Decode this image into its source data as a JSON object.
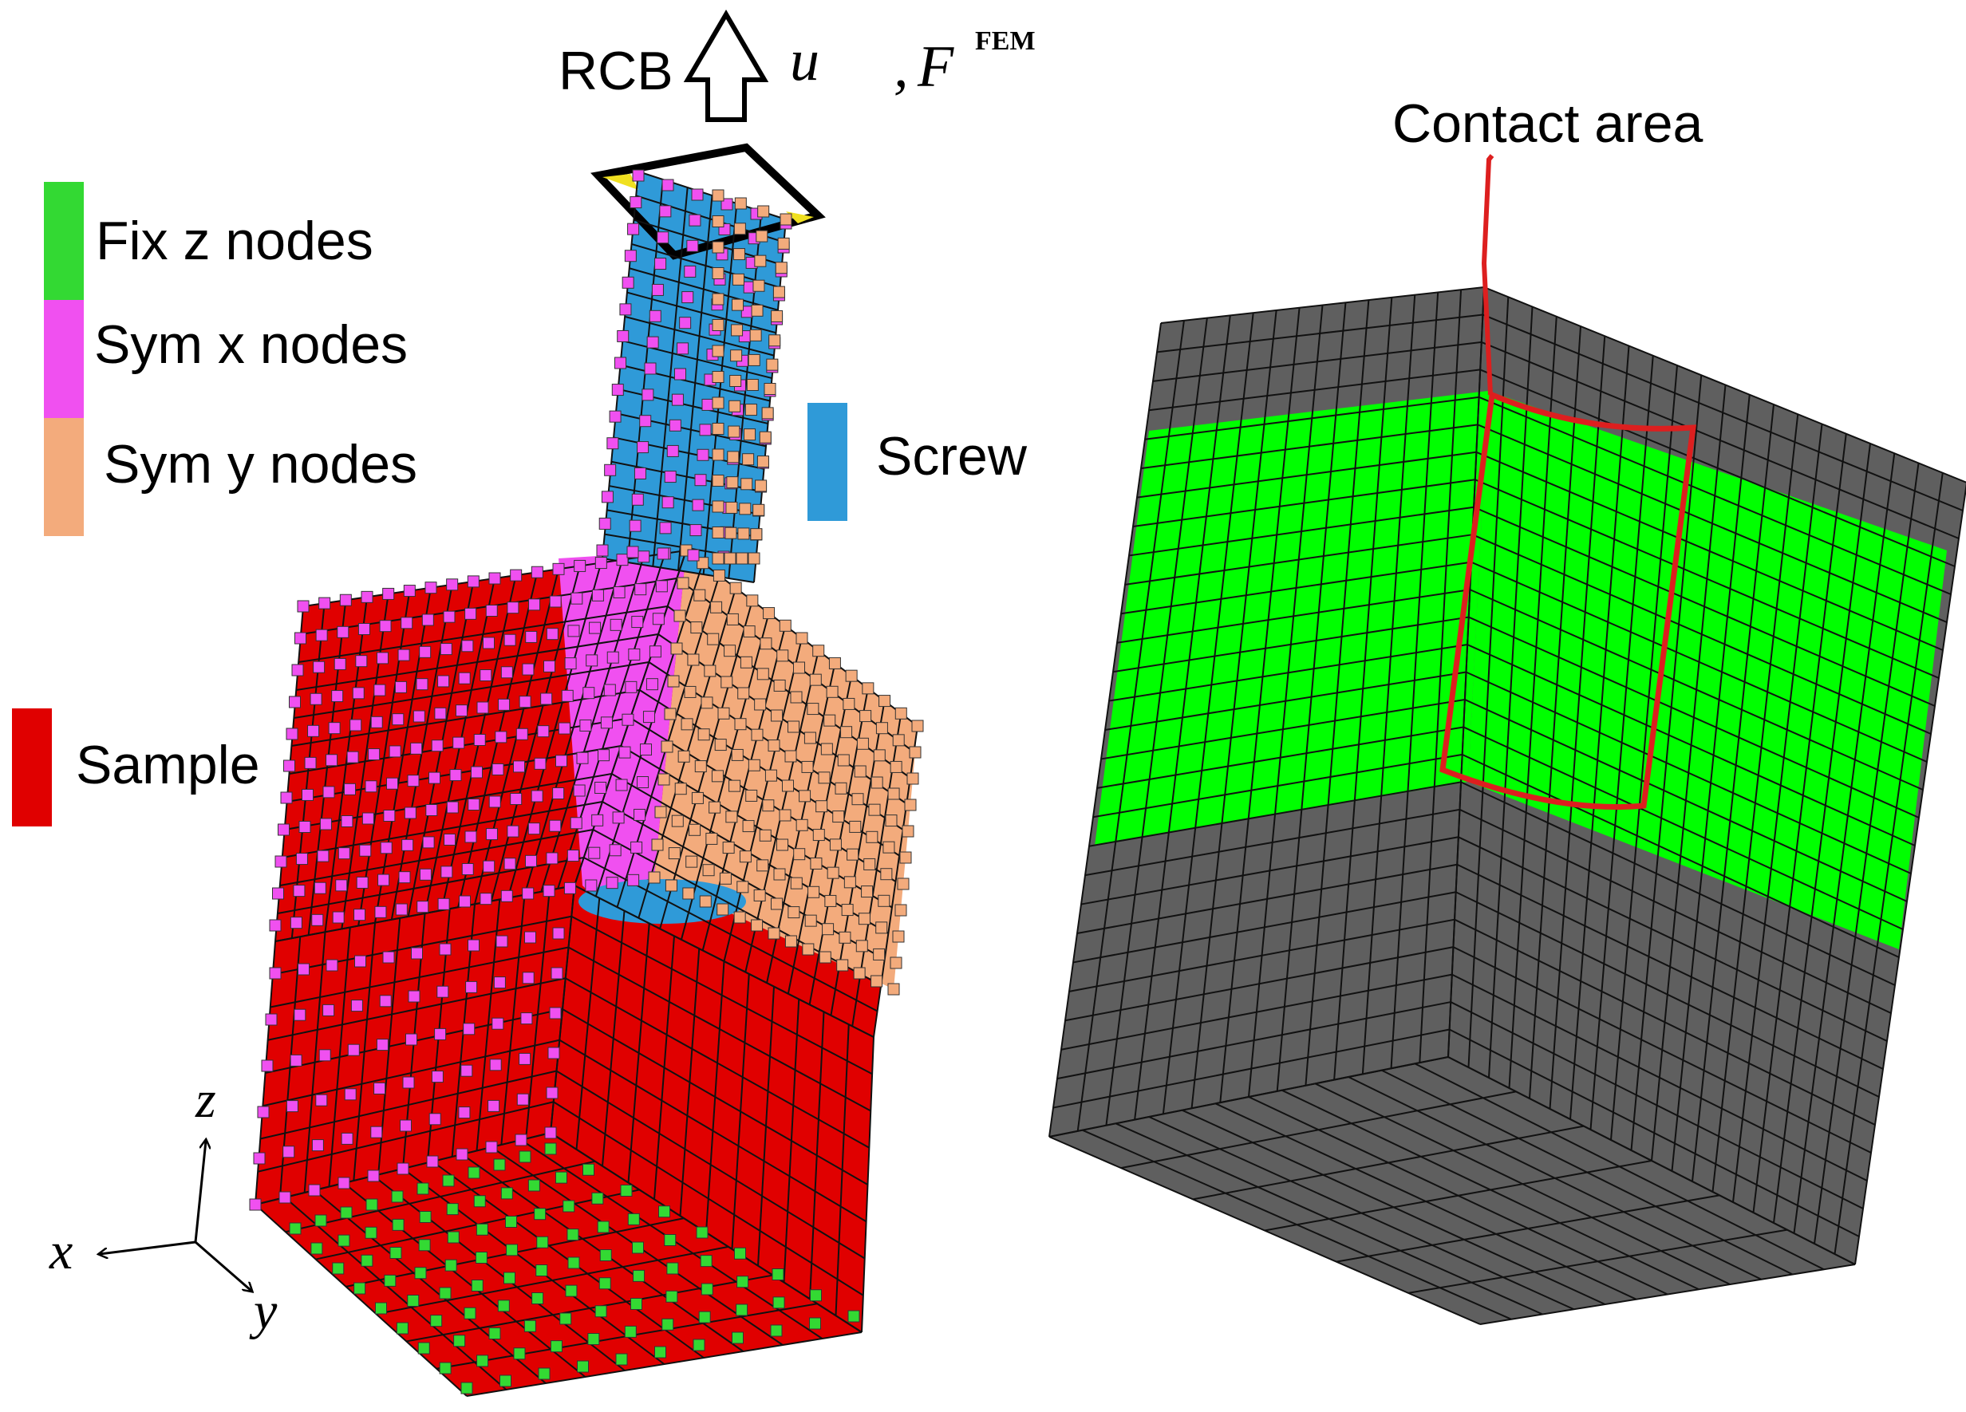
{
  "colors": {
    "fix_z": "#33d933",
    "sym_x": "#f050f0",
    "sym_y": "#f3ab7c",
    "screw": "#2f9ad8",
    "sample": "#e00000",
    "contact_fill": "#00ff00",
    "mesh_gray": "#5f5f5f",
    "contact_outline": "#dd1f1f"
  },
  "legend": {
    "fix_z_label": "Fix z nodes",
    "sym_x_label": "Sym x nodes",
    "sym_y_label": "Sym y nodes",
    "screw_label": "Screw",
    "sample_label": "Sample"
  },
  "top_annotation": {
    "rcb_label": "RCB",
    "displacement_symbol": "u",
    "separator": ",",
    "force_symbol": "F",
    "force_superscript": "FEM",
    "arrow_icon": "up-arrow-outline-icon"
  },
  "axes": {
    "x_label": "x",
    "y_label": "y",
    "z_label": "z"
  },
  "right_panel": {
    "contact_label": "Contact area"
  }
}
